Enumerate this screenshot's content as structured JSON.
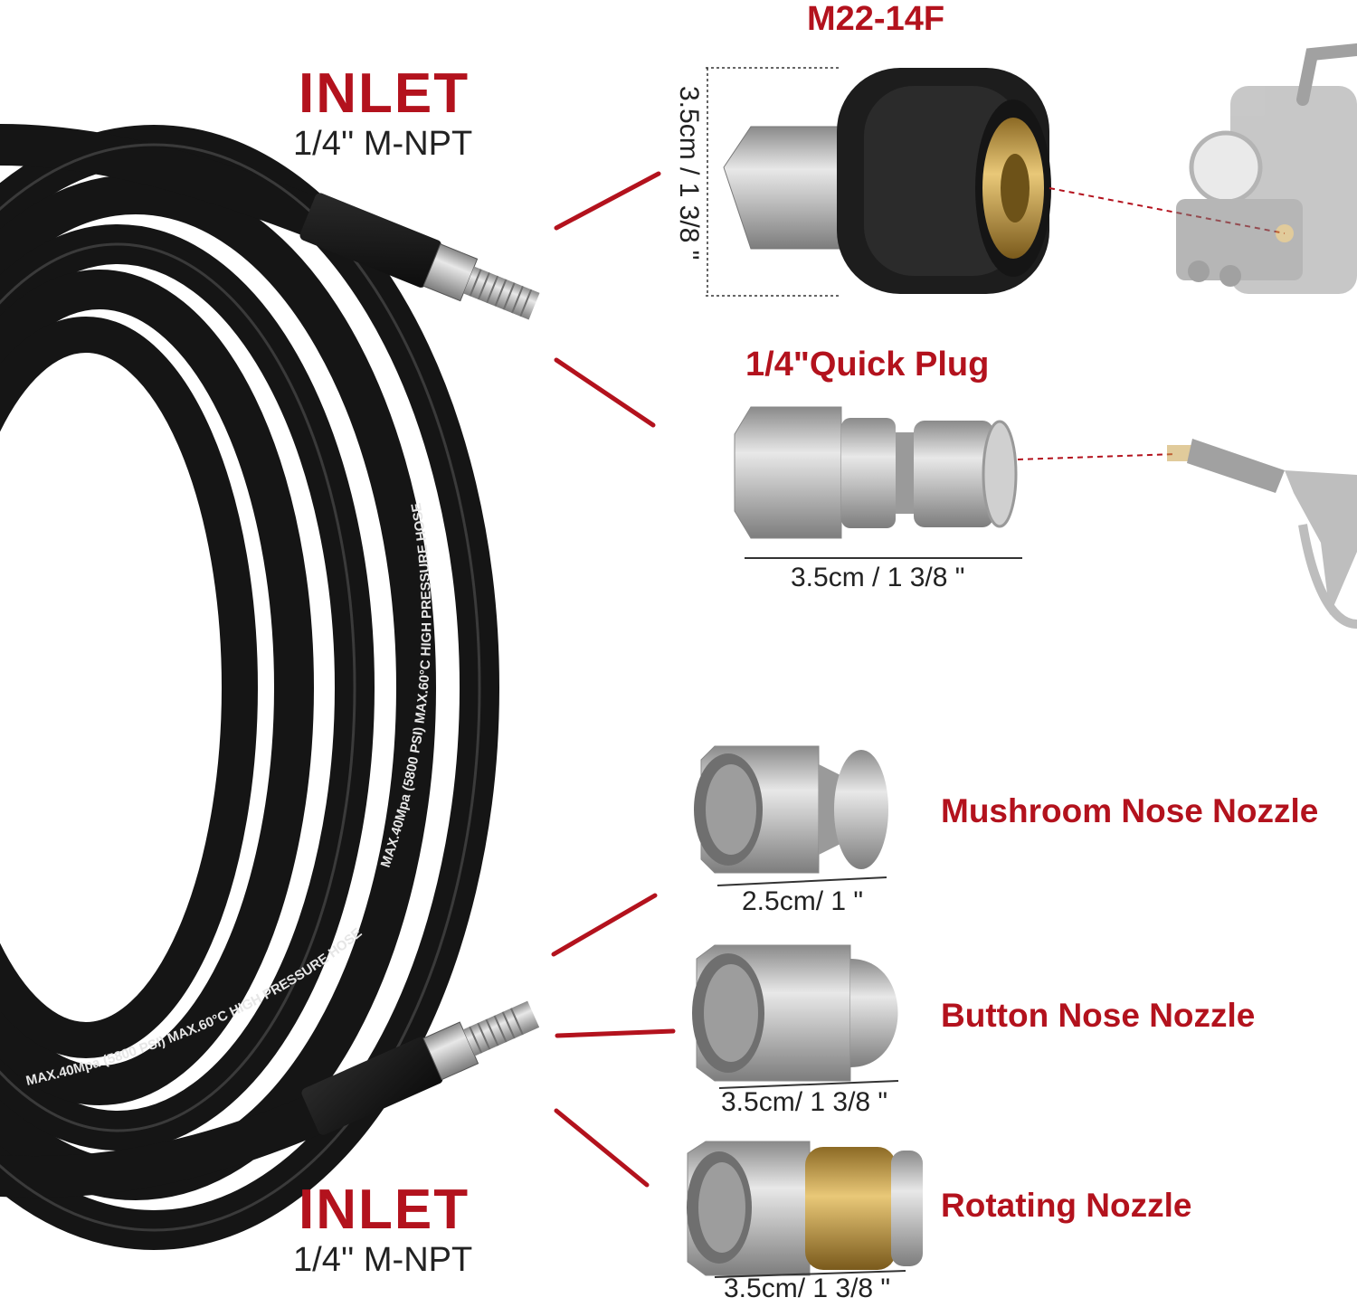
{
  "inlet_top": {
    "title": "INLET",
    "spec": "1/4'' M-NPT"
  },
  "inlet_bottom": {
    "title": "INLET",
    "spec": "1/4'' M-NPT"
  },
  "m22": {
    "title": "M22-14F",
    "dimension": "3.5cm / 1 3/8 \""
  },
  "quick_plug": {
    "title": "1/4\"Quick Plug",
    "dimension": "3.5cm / 1 3/8 \""
  },
  "mushroom": {
    "label": "Mushroom Nose Nozzle",
    "dimension": "2.5cm/ 1 \""
  },
  "button": {
    "label": "Button Nose Nozzle",
    "dimension": "3.5cm/ 1 3/8 \""
  },
  "rotating": {
    "label": "Rotating Nozzle",
    "dimension": "3.5cm/ 1 3/8 \""
  },
  "hose_print": "MAX.40Mpa (5800 PSI) MAX.60°C HIGH PRESSURE HOSE",
  "colors": {
    "accent_red": "#b3121d",
    "hose_black": "#151515",
    "steel": "#b8b8b8",
    "brass": "#c9a24a"
  }
}
